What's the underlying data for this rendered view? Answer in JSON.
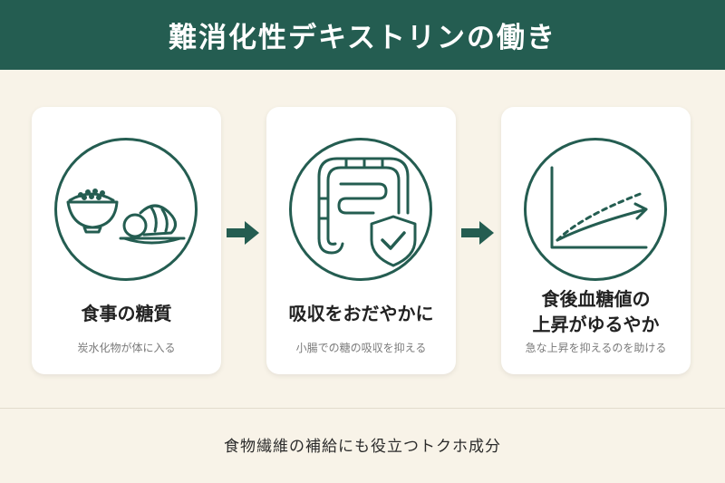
{
  "header": {
    "title": "難消化性デキストリンの働き"
  },
  "cards": [
    {
      "title_lines": [
        "食事の糖質"
      ],
      "desc": "炭水化物が体に入る"
    },
    {
      "title_lines": [
        "吸収をおだやかに"
      ],
      "desc": "小腸での糖の吸収を抑える"
    },
    {
      "title_lines": [
        "食後血糖値の",
        "上昇がゆるやか"
      ],
      "desc": "急な上昇を抑えるのを助ける"
    }
  ],
  "footer": {
    "text": "食物繊維の補給にも役立つトクホ成分"
  },
  "colors": {
    "primary": "#245d51",
    "background": "#f8f3e8",
    "card": "#ffffff"
  },
  "icons": [
    "rice-bowl-and-bread-icon",
    "intestine-shield-icon",
    "rising-graph-icon",
    "right-arrow-icon"
  ]
}
